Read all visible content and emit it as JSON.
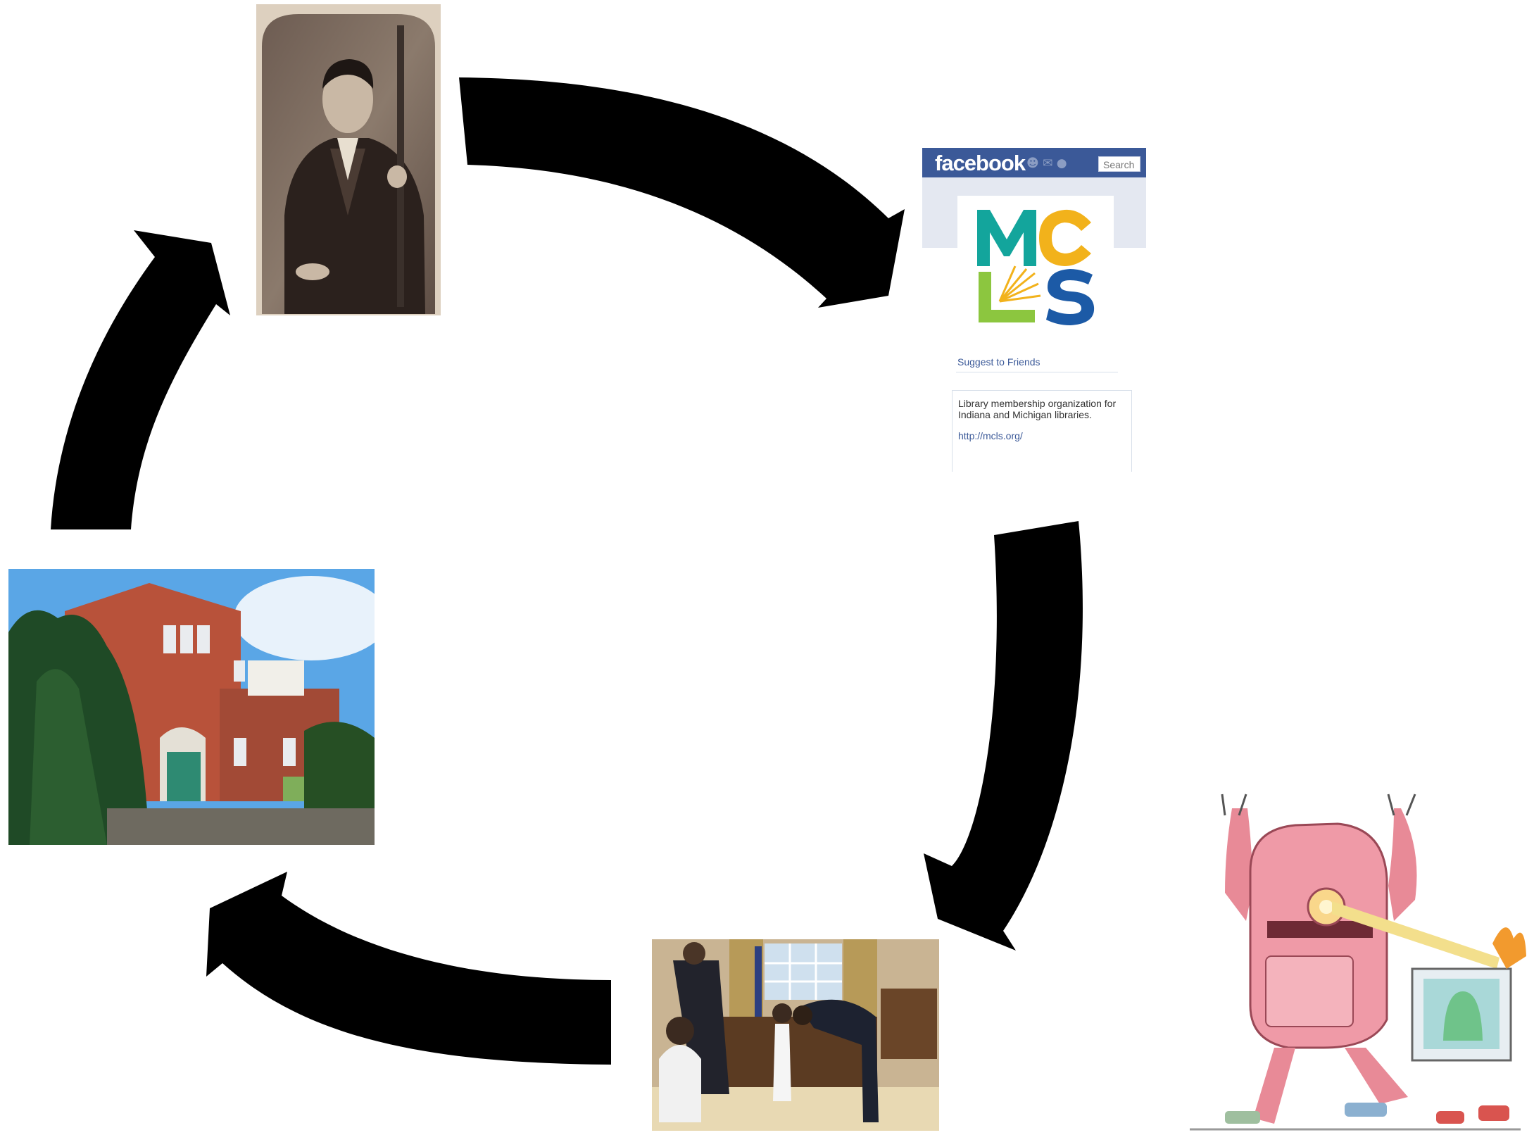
{
  "icons": {
    "portrait": "vintage-portrait-photo",
    "facebook_page": "facebook-page-screenshot",
    "office_photo": "office-visit-photo",
    "library_building": "brick-library-building-photo",
    "robot_cartoon": "robot-cartoon-illustration",
    "arrow": "curved-black-arrow"
  },
  "colors": {
    "arrow": "#000000",
    "facebook_blue": "#3b5998",
    "mcls_teal": "#13a59c",
    "mcls_yellow": "#f2b21b",
    "mcls_green": "#8cc63f",
    "mcls_blue": "#1c5aa6"
  },
  "facebook": {
    "logo": "facebook",
    "search_placeholder": "Search",
    "suggest_label": "Suggest to Friends",
    "description": "Library membership organization for Indiana and Michigan libraries.",
    "link": "http://mcls.org/"
  }
}
